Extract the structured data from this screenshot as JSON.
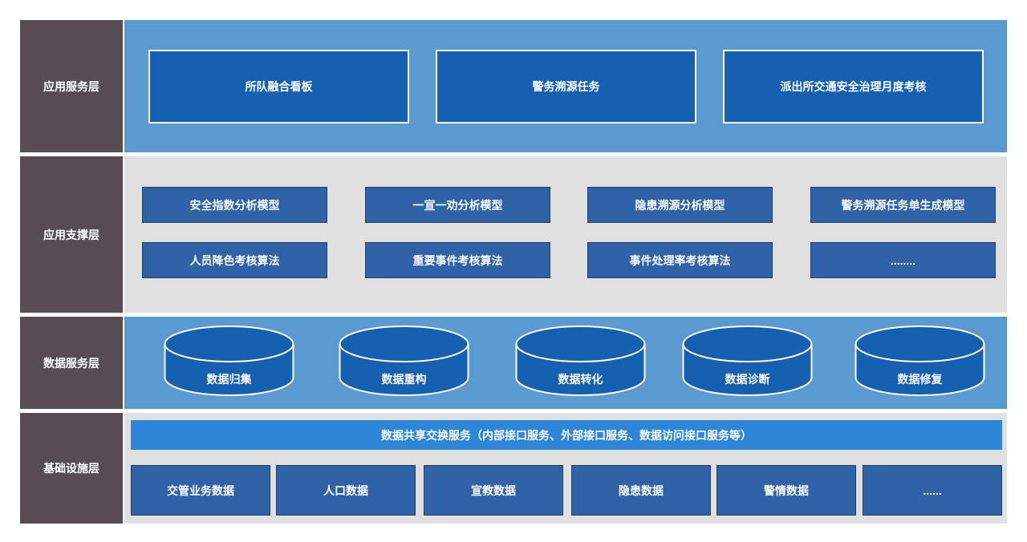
{
  "colors": {
    "label_bg": "#564c52",
    "band_blue": "#5a9ad0",
    "band_gray": "#e0e0e0",
    "box_blue": "#1560b0",
    "box_mid": "#3062a8",
    "share_bar": "#2e86d9"
  },
  "layers": {
    "application": {
      "label": "应用服务层",
      "boxes": [
        "所队融合看板",
        "警务溯源任务",
        "派出所交通安全治理月度考核"
      ]
    },
    "support": {
      "label": "应用支撑层",
      "row1": [
        "安全指数分析模型",
        "一宣一劝分析模型",
        "隐患溯源分析模型",
        "警务溯源任务单生成模型"
      ],
      "row2": [
        "人员降色考核算法",
        "重要事件考核算法",
        "事件处理率考核算法",
        "........"
      ]
    },
    "data_service": {
      "label": "数据服务层",
      "cylinders": [
        "数据归集",
        "数据重构",
        "数据转化",
        "数据诊断",
        "数据修复"
      ]
    },
    "infrastructure": {
      "label": "基础设施层",
      "share_bar": "数据共享交换服务（内部接口服务、外部接口服务、数据访问接口服务等）",
      "boxes": [
        "交管业务数据",
        "人口数据",
        "宣教数据",
        "隐患数据",
        "警情数据",
        "......"
      ]
    }
  }
}
